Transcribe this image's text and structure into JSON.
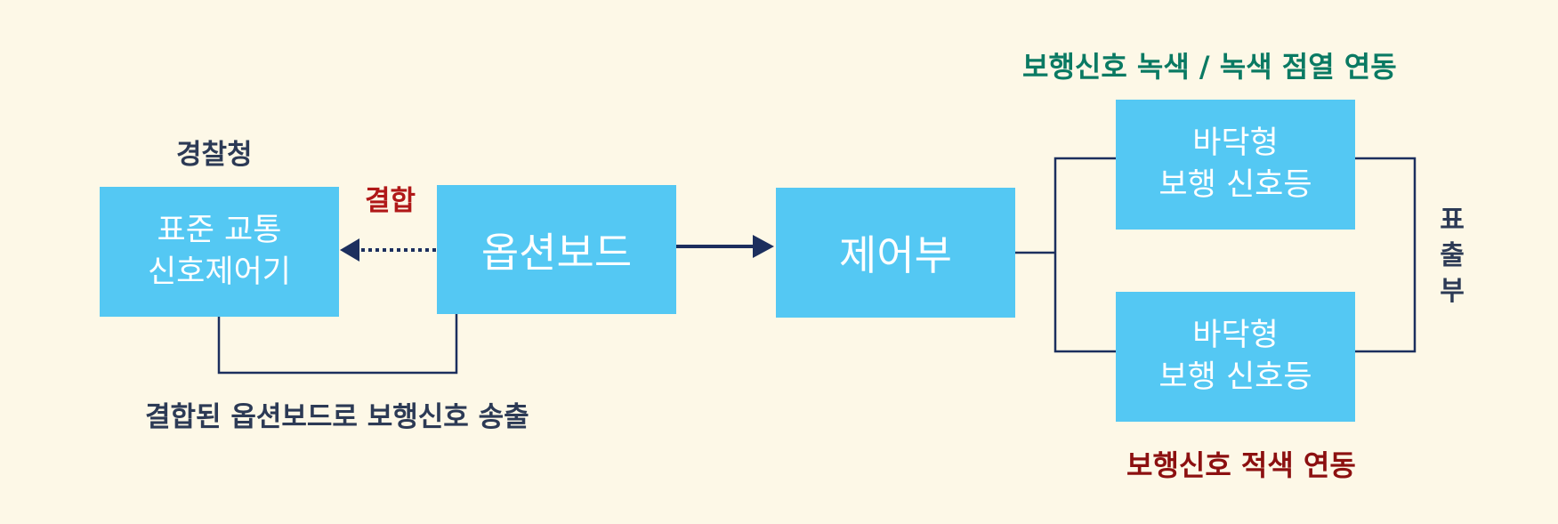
{
  "nodes": {
    "traffic_controller": {
      "line1": "표준 교통",
      "line2": "신호제어기"
    },
    "option_board": {
      "label": "옵션보드"
    },
    "control_unit": {
      "label": "제어부"
    },
    "floor_signal_top": {
      "line1": "바닥형",
      "line2": "보행 신호등"
    },
    "floor_signal_bottom": {
      "line1": "바닥형",
      "line2": "보행 신호등"
    }
  },
  "labels": {
    "police_agency": "경찰청",
    "coupling": "결합",
    "transmit_note": "결합된 옵션보드로 보행신호 송출",
    "green_sync": "보행신호 녹색 / 녹색 점열 연동",
    "red_sync": "보행신호 적색 연동",
    "display_unit": [
      "표",
      "출",
      "부"
    ]
  },
  "colors": {
    "background": "#fdf8e7",
    "box_fill": "#54c8f3",
    "box_text": "#ffffff",
    "line": "#1c2f5e",
    "coupling_text": "#b01818",
    "green_sync_text": "#0a7a63",
    "red_sync_text": "#8c1010",
    "dark_text": "#2c3a55"
  }
}
